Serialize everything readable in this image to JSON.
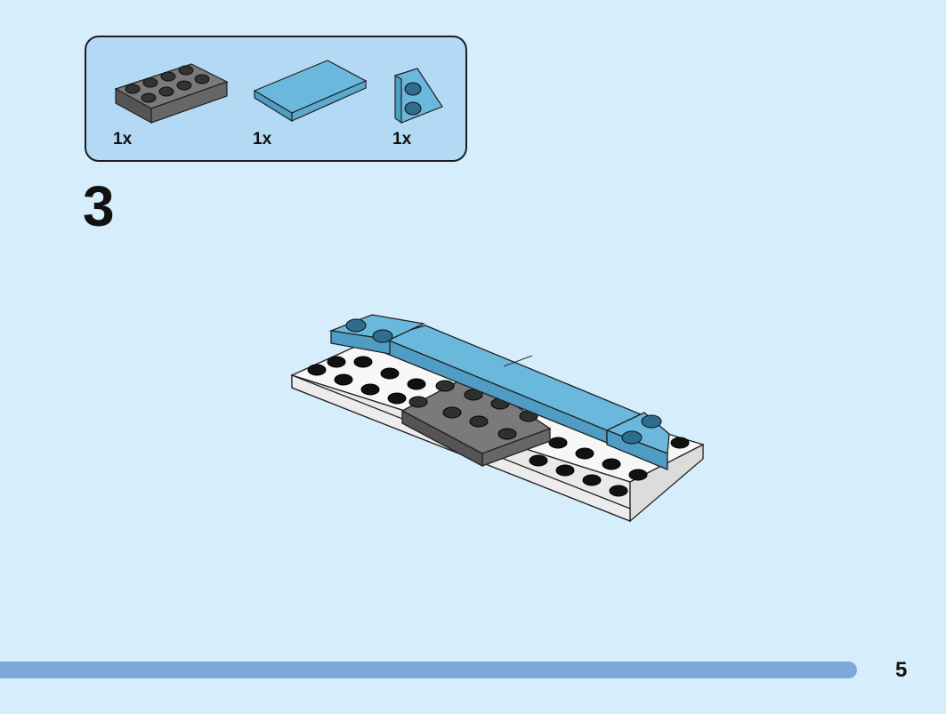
{
  "parts_list": {
    "items": [
      {
        "part": "dark-gray-plate-2x4",
        "quantity": "1x",
        "color": "#6d6d6d"
      },
      {
        "part": "medium-azure-tile-2x4",
        "quantity": "1x",
        "color": "#6bb8dd"
      },
      {
        "part": "medium-azure-wedge-plate",
        "quantity": "1x",
        "color": "#6bb8dd"
      }
    ]
  },
  "step": {
    "number": "3"
  },
  "footer": {
    "page_number": "5"
  },
  "colors": {
    "background": "#d6edfc",
    "parts_box": "#b3d9f5",
    "progress_bar": "#7ea7dc",
    "azure": "#6bb8dd",
    "dark_gray": "#6d6d6d",
    "white_brick": "#f7f7f7"
  }
}
